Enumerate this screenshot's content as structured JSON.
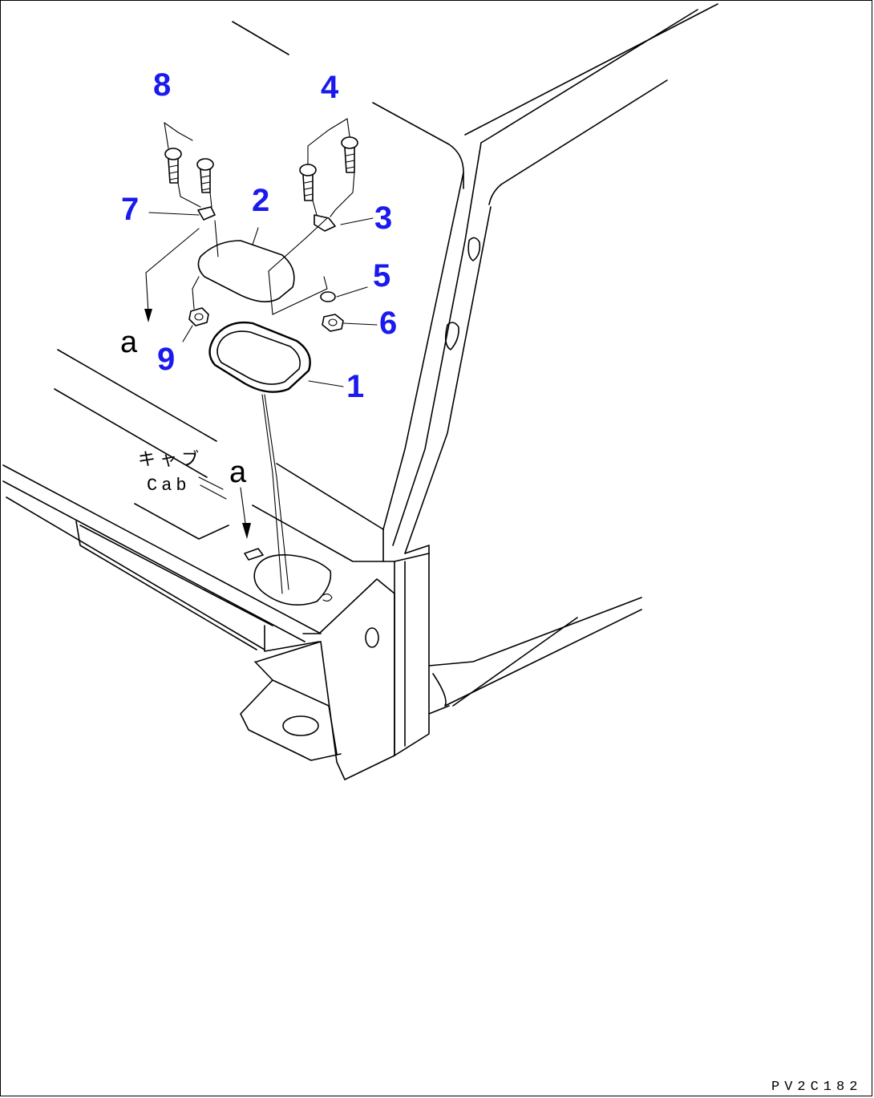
{
  "diagram": {
    "callouts": {
      "n1": "1",
      "n2": "2",
      "n3": "3",
      "n4": "4",
      "n5": "5",
      "n6": "6",
      "n7": "7",
      "n8": "8",
      "n9": "9"
    },
    "view_marker": "a",
    "cab_label_jp": "キャブ",
    "cab_label_en": "Cab",
    "drawing_code": "PV2C182",
    "callout_color": "#1a1aee"
  }
}
